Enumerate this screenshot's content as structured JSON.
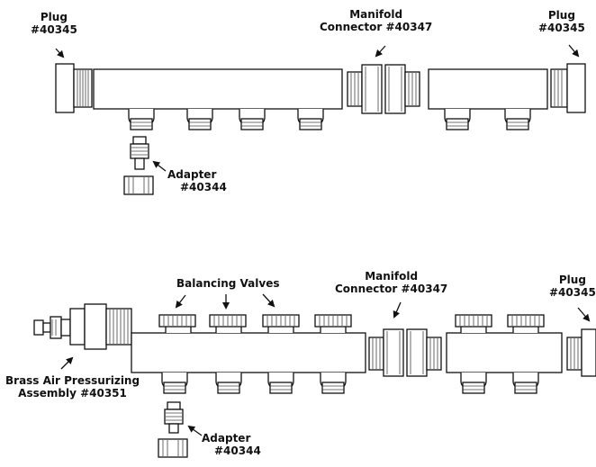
{
  "top_assembly": {
    "plug_left": {
      "line1": "Plug",
      "line2": "#40345"
    },
    "manifold_connector": {
      "line1": "Manifold",
      "line2": "Connector #40347"
    },
    "plug_right": {
      "line1": "Plug",
      "line2": "#40345"
    },
    "adapter": {
      "line1": "Adapter",
      "line2": "#40344"
    }
  },
  "bottom_assembly": {
    "balancing_valves": {
      "line1": "Balancing Valves"
    },
    "manifold_connector": {
      "line1": "Manifold",
      "line2": "Connector #40347"
    },
    "plug_right": {
      "line1": "Plug",
      "line2": "#40345"
    },
    "pressurizing_assembly": {
      "line1": "Brass Air Pressurizing",
      "line2": "Assembly #40351"
    },
    "adapter": {
      "line1": "Adapter",
      "line2": "#40344"
    }
  },
  "colors": {
    "stroke": "#111111",
    "fill": "#ffffff",
    "thread": "#444444"
  }
}
